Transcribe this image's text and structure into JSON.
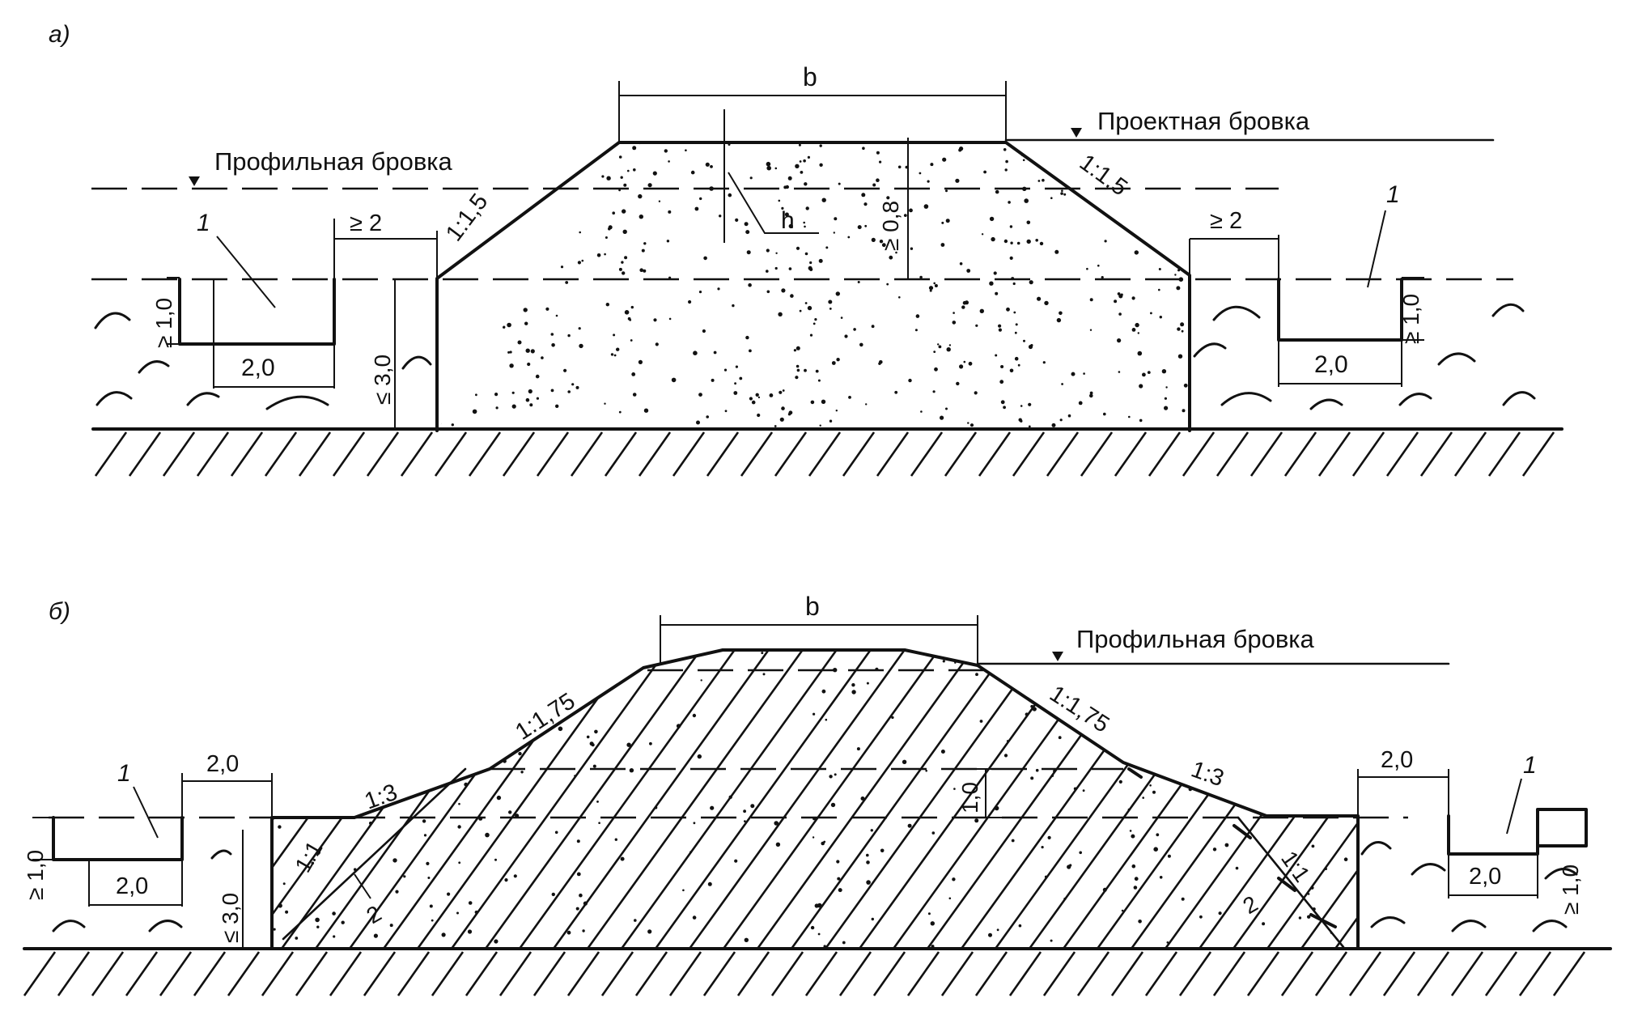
{
  "diagram_a": {
    "label": "а)",
    "width_label": "b",
    "design_edge_label": "Проектная бровка",
    "profile_edge_label": "Профильная бровка",
    "slope_left": "1:1,5",
    "slope_right": "1:1,5",
    "height_label": "h",
    "min_height": "≥ 0,8",
    "berm_left": "≥ 2",
    "berm_right": "≥ 2",
    "reserve_left": "1",
    "reserve_right": "1",
    "pit_depth_left": "≥ 1,0",
    "pit_depth_right": "≥ 1,0",
    "pit_width_left": "2,0",
    "pit_width_right": "2,0",
    "bank_height": "≤ 3,0"
  },
  "diagram_b": {
    "label": "б)",
    "width_label": "b",
    "profile_edge_label": "Профильная бровка",
    "slope_upper_left": "1:1,75",
    "slope_upper_right": "1:1,75",
    "slope_lower_left": "1:3",
    "slope_lower_right": "1:3",
    "step_height": "1,0",
    "bench_slope_left": "1:1",
    "bench_slope_right": "1:1",
    "bench_left": "2",
    "bench_right": "2",
    "reserve_left": "1",
    "reserve_right": "1",
    "berm_left": "2,0",
    "berm_right": "2,0",
    "pit_width_left": "2,0",
    "pit_width_right": "2,0",
    "pit_depth_left": "≥ 1,0",
    "pit_depth_right": "≥ 1,0",
    "bank_height": "≤ 3,0"
  }
}
